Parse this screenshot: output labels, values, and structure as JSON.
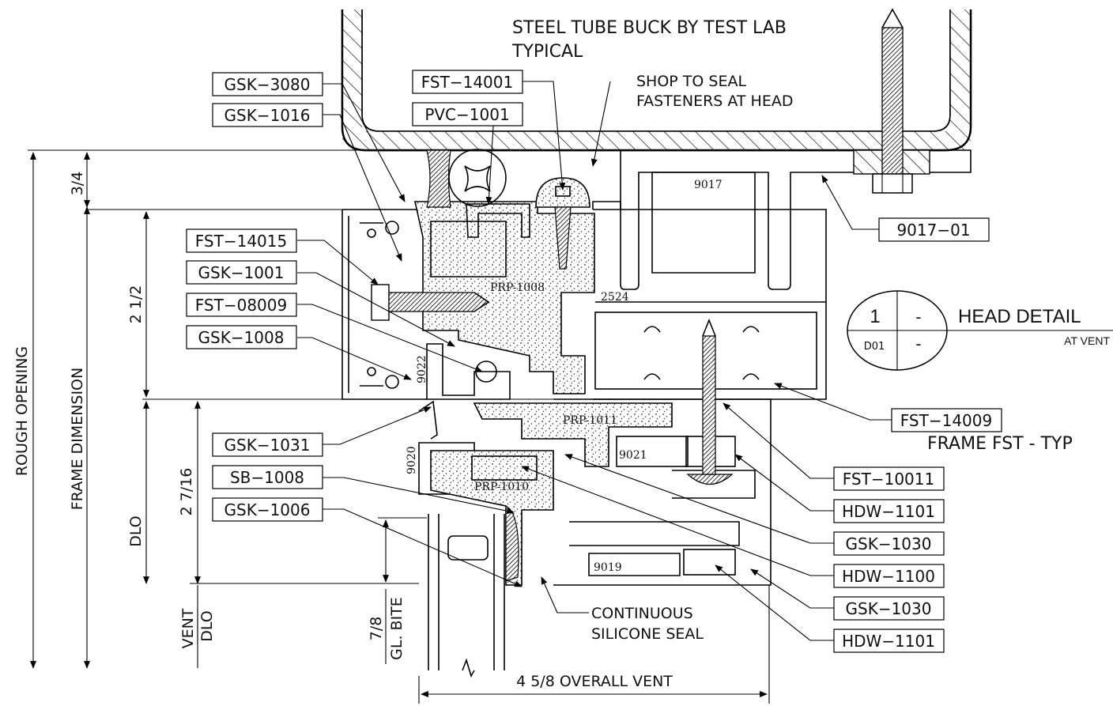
{
  "header_note": {
    "line1": "STEEL TUBE BUCK BY TEST LAB",
    "line2": "TYPICAL"
  },
  "seal_note": {
    "line1": "SHOP TO SEAL",
    "line2": "FASTENERS AT HEAD"
  },
  "tags": {
    "gsk3080": "GSK−3080",
    "gsk1016": "GSK−1016",
    "fst14001": "FST−14001",
    "pvc1001": "PVC−1001",
    "fst14015": "FST−14015",
    "gsk1001": "GSK−1001",
    "fst08009": "FST−08009",
    "gsk1008": "GSK−1008",
    "gsk1031": "GSK−1031",
    "sb1008": "SB−1008",
    "gsk1006": "GSK−1006",
    "t9017_01": "9017−01",
    "fst14009": "FST−14009",
    "fst10011": "FST−10011",
    "hdw1101a": "HDW−1101",
    "gsk1030a": "GSK−1030",
    "hdw1100": "HDW−1100",
    "gsk1030b": "GSK−1030",
    "hdw1101b": "HDW−1101"
  },
  "part_labels": {
    "p9017": "9017",
    "p2524": "2524",
    "prp1008": "PRP-1008",
    "prp1011": "PRP-1011",
    "prp1010": "PRP-1010",
    "p9022": "9022",
    "p9020": "9020",
    "p9021": "9021",
    "p9019": "9019"
  },
  "dimensions": {
    "d_3_4": "3/4",
    "d_2_1_2": "2 1/2",
    "d_2_7_16": "2 7/16",
    "d_7_8": "7/8",
    "gl_bite": "GL. BITE",
    "rough_opening": "ROUGH OPENING",
    "frame_dimension": "FRAME DIMENSION",
    "dlo": "DLO",
    "vent": "VENT",
    "vent_dlo": "DLO",
    "overall_vent": "4 5/8 OVERALL VENT"
  },
  "silicone_note": {
    "line1": "CONTINUOUS",
    "line2": "SILICONE SEAL"
  },
  "frame_fst_note": "FRAME FST - TYP",
  "detail_bubble": {
    "number": "1",
    "dash_top": "-",
    "sheet": "D01",
    "dash_bottom": "-",
    "title": "HEAD DETAIL",
    "subtitle": "AT VENT"
  }
}
